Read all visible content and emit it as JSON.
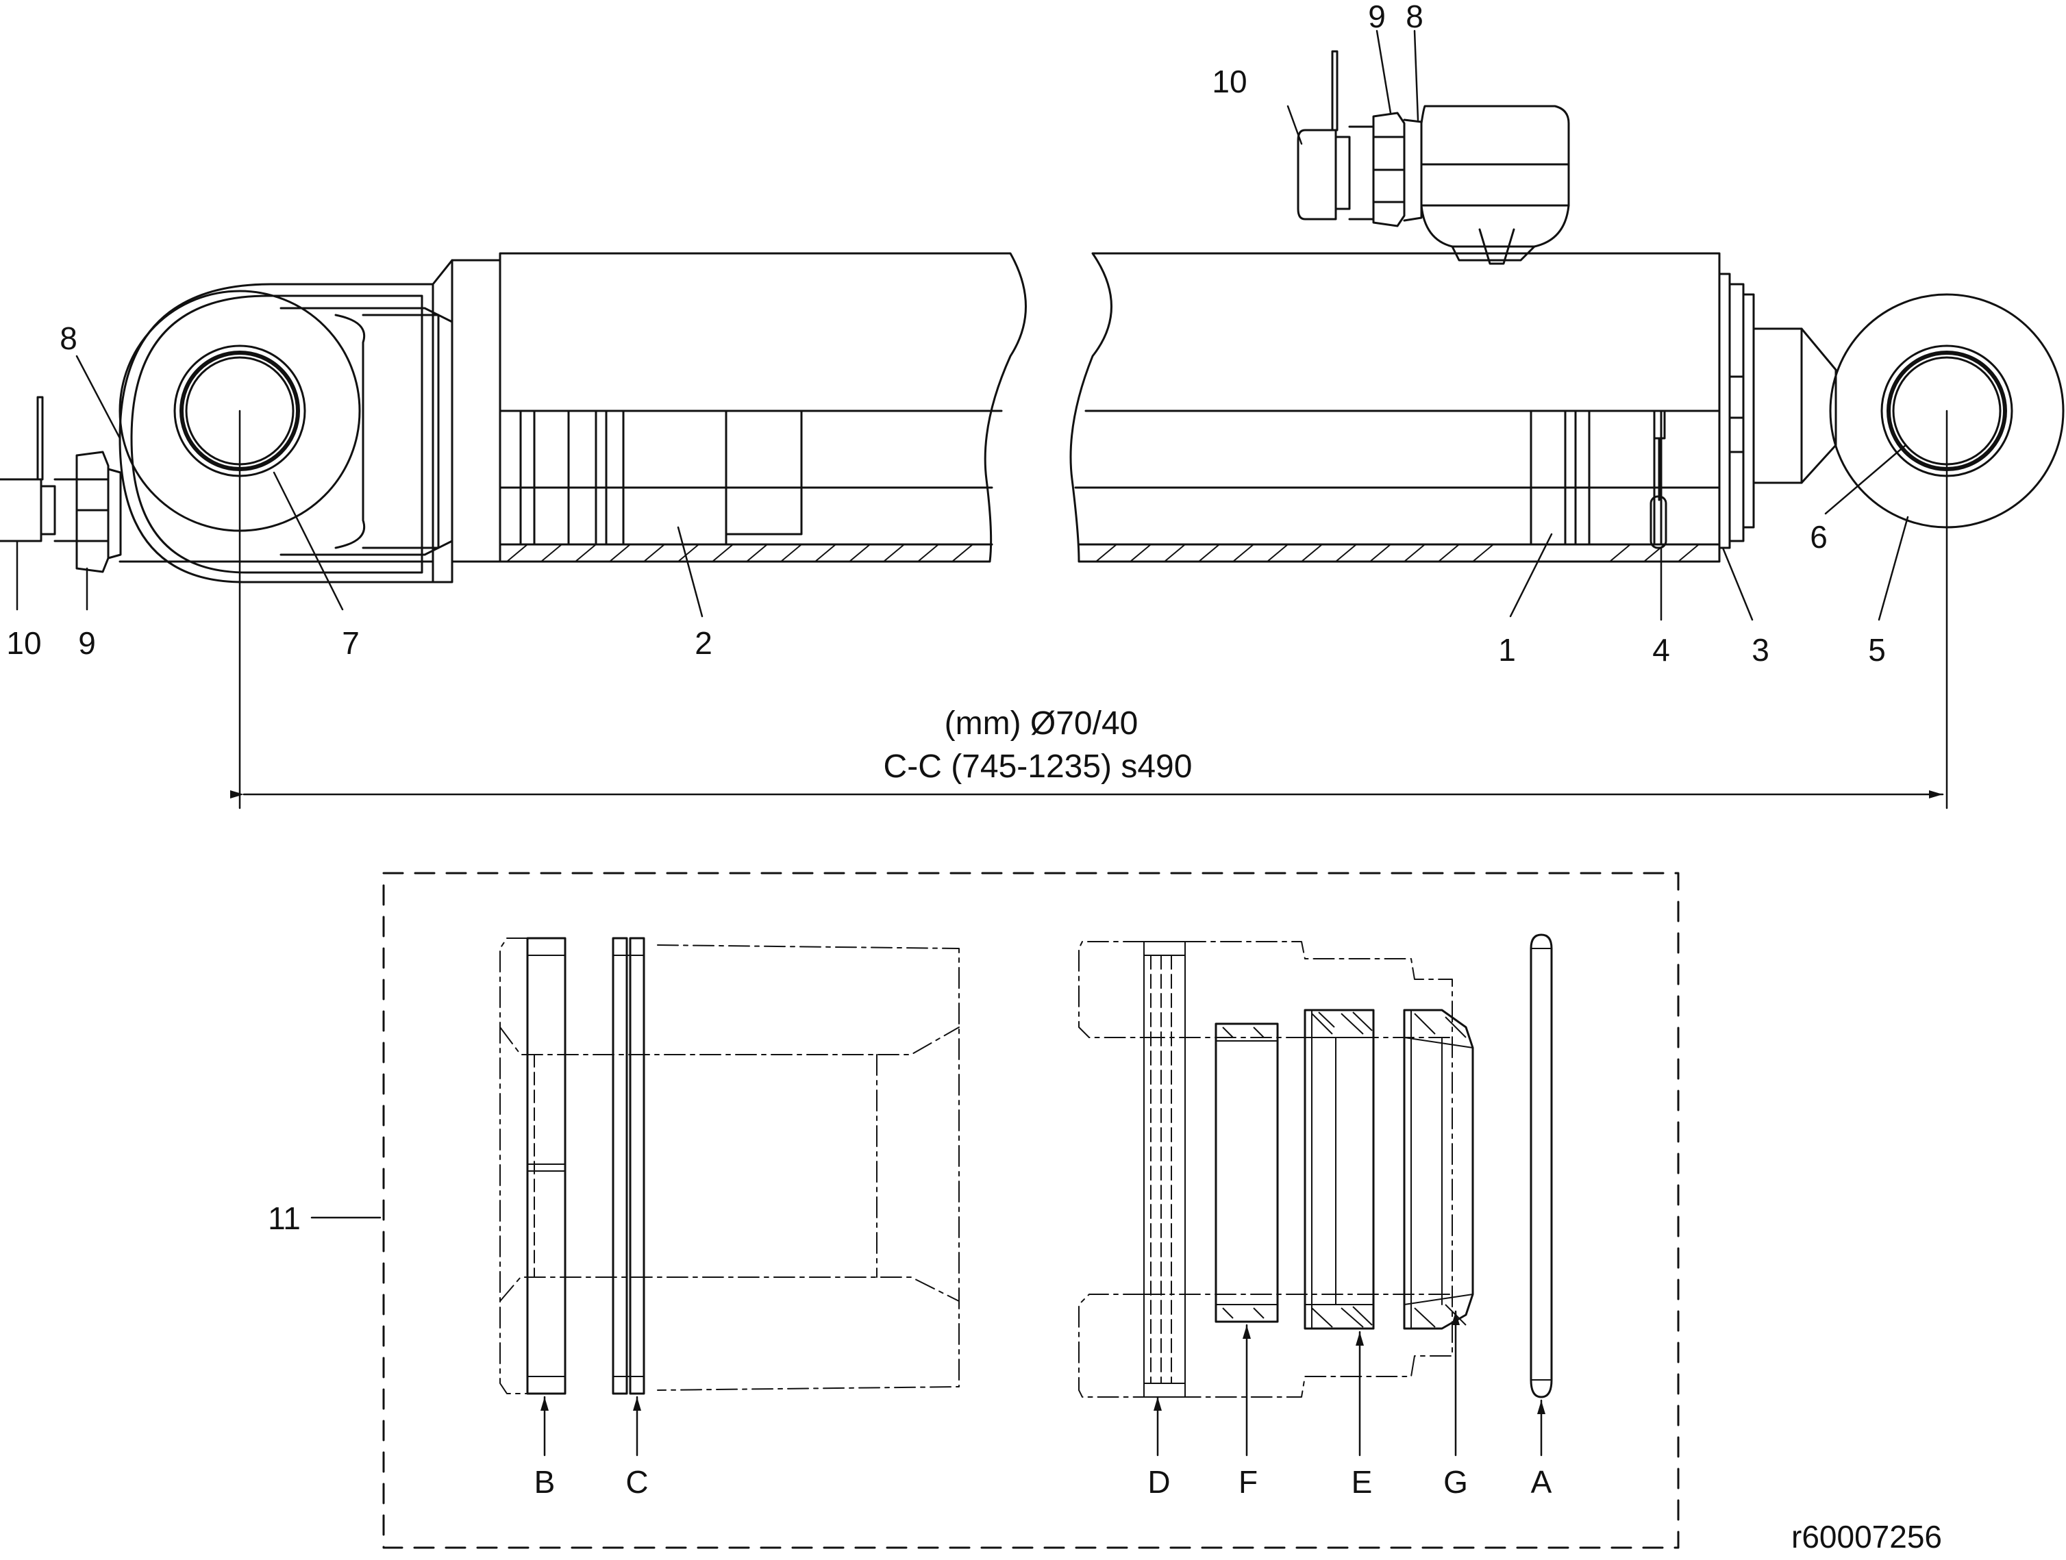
{
  "drawing": {
    "id": "r60007256",
    "line_color": "#111111",
    "background": "#ffffff"
  },
  "dimension": {
    "line1": "(mm) Ø70/40",
    "line2": "C-C (745-1235) s490"
  },
  "callouts": {
    "c1": "1",
    "c2": "2",
    "c3": "3",
    "c4": "4",
    "c5": "5",
    "c6": "6",
    "c7": "7",
    "c8_left": "8",
    "c8_top": "8",
    "c9_left": "9",
    "c9_top": "9",
    "c10_left": "10",
    "c10_top": "10",
    "c11": "11"
  },
  "seal_kit": {
    "labels": {
      "A": "A",
      "B": "B",
      "C": "C",
      "D": "D",
      "E": "E",
      "F": "F",
      "G": "G"
    }
  }
}
